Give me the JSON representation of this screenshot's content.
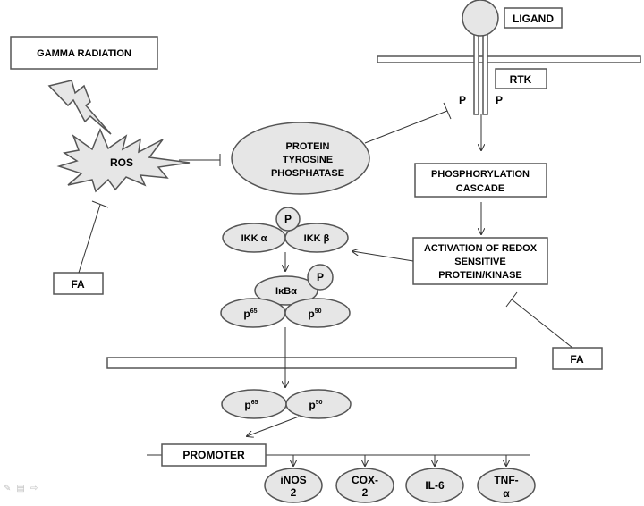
{
  "labels": {
    "gamma_radiation": "GAMMA  RADIATION",
    "ros": "ROS",
    "fa_left": "FA",
    "fa_right": "FA",
    "ptp_line1": "PROTEIN",
    "ptp_line2": "TYROSINE",
    "ptp_line3": "PHOSPHATASE",
    "ligand": "LIGAND",
    "rtk": "RTK",
    "p_left": "P",
    "p_right": "P",
    "phospho_line1": "PHOSPHORYLATION",
    "phospho_line2": "CASCADE",
    "activation_line1": "ACTIVATION OF REDOX",
    "activation_line2": "SENSITIVE",
    "activation_line3": "PROTEIN/KINASE",
    "ikk_alpha": "IKK α",
    "ikk_beta": "IKK β",
    "p_ikk": "P",
    "ikba": "IκBα",
    "p_ikba": "P",
    "p_letter": "p",
    "p65_num": "65",
    "p50_num": "50",
    "promoter": "PROMOTER",
    "inos_line1": "iNOS",
    "inos_line2": "2",
    "cox_line1": "COX-",
    "cox_line2": "2",
    "il6": "IL-6",
    "tnf_line1": "TNF-",
    "tnf_line2": "α"
  },
  "slide_controls": {
    "pen_icon": "pen-icon",
    "menu_icon": "menu-icon",
    "next_icon": "next-arrow-icon"
  }
}
